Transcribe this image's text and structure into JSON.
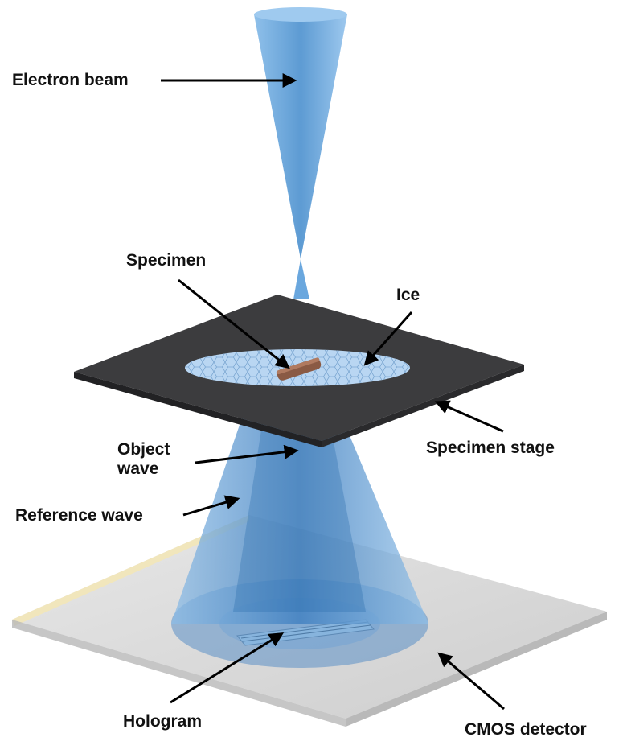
{
  "labels": {
    "electron_beam": "Electron beam",
    "specimen": "Specimen",
    "ice": "Ice",
    "specimen_stage": "Specimen stage",
    "object_wave": "Object\nwave",
    "reference_wave": "Reference wave",
    "hologram": "Hologram",
    "cmos_detector": "CMOS detector"
  },
  "colors": {
    "beam": "#6fa8dc",
    "stage": "#3a3a3c",
    "detector": "#cdcdcd",
    "ice": "#b9d6f2",
    "specimen_rod": "#8a5a44",
    "arrow": "#000000"
  }
}
